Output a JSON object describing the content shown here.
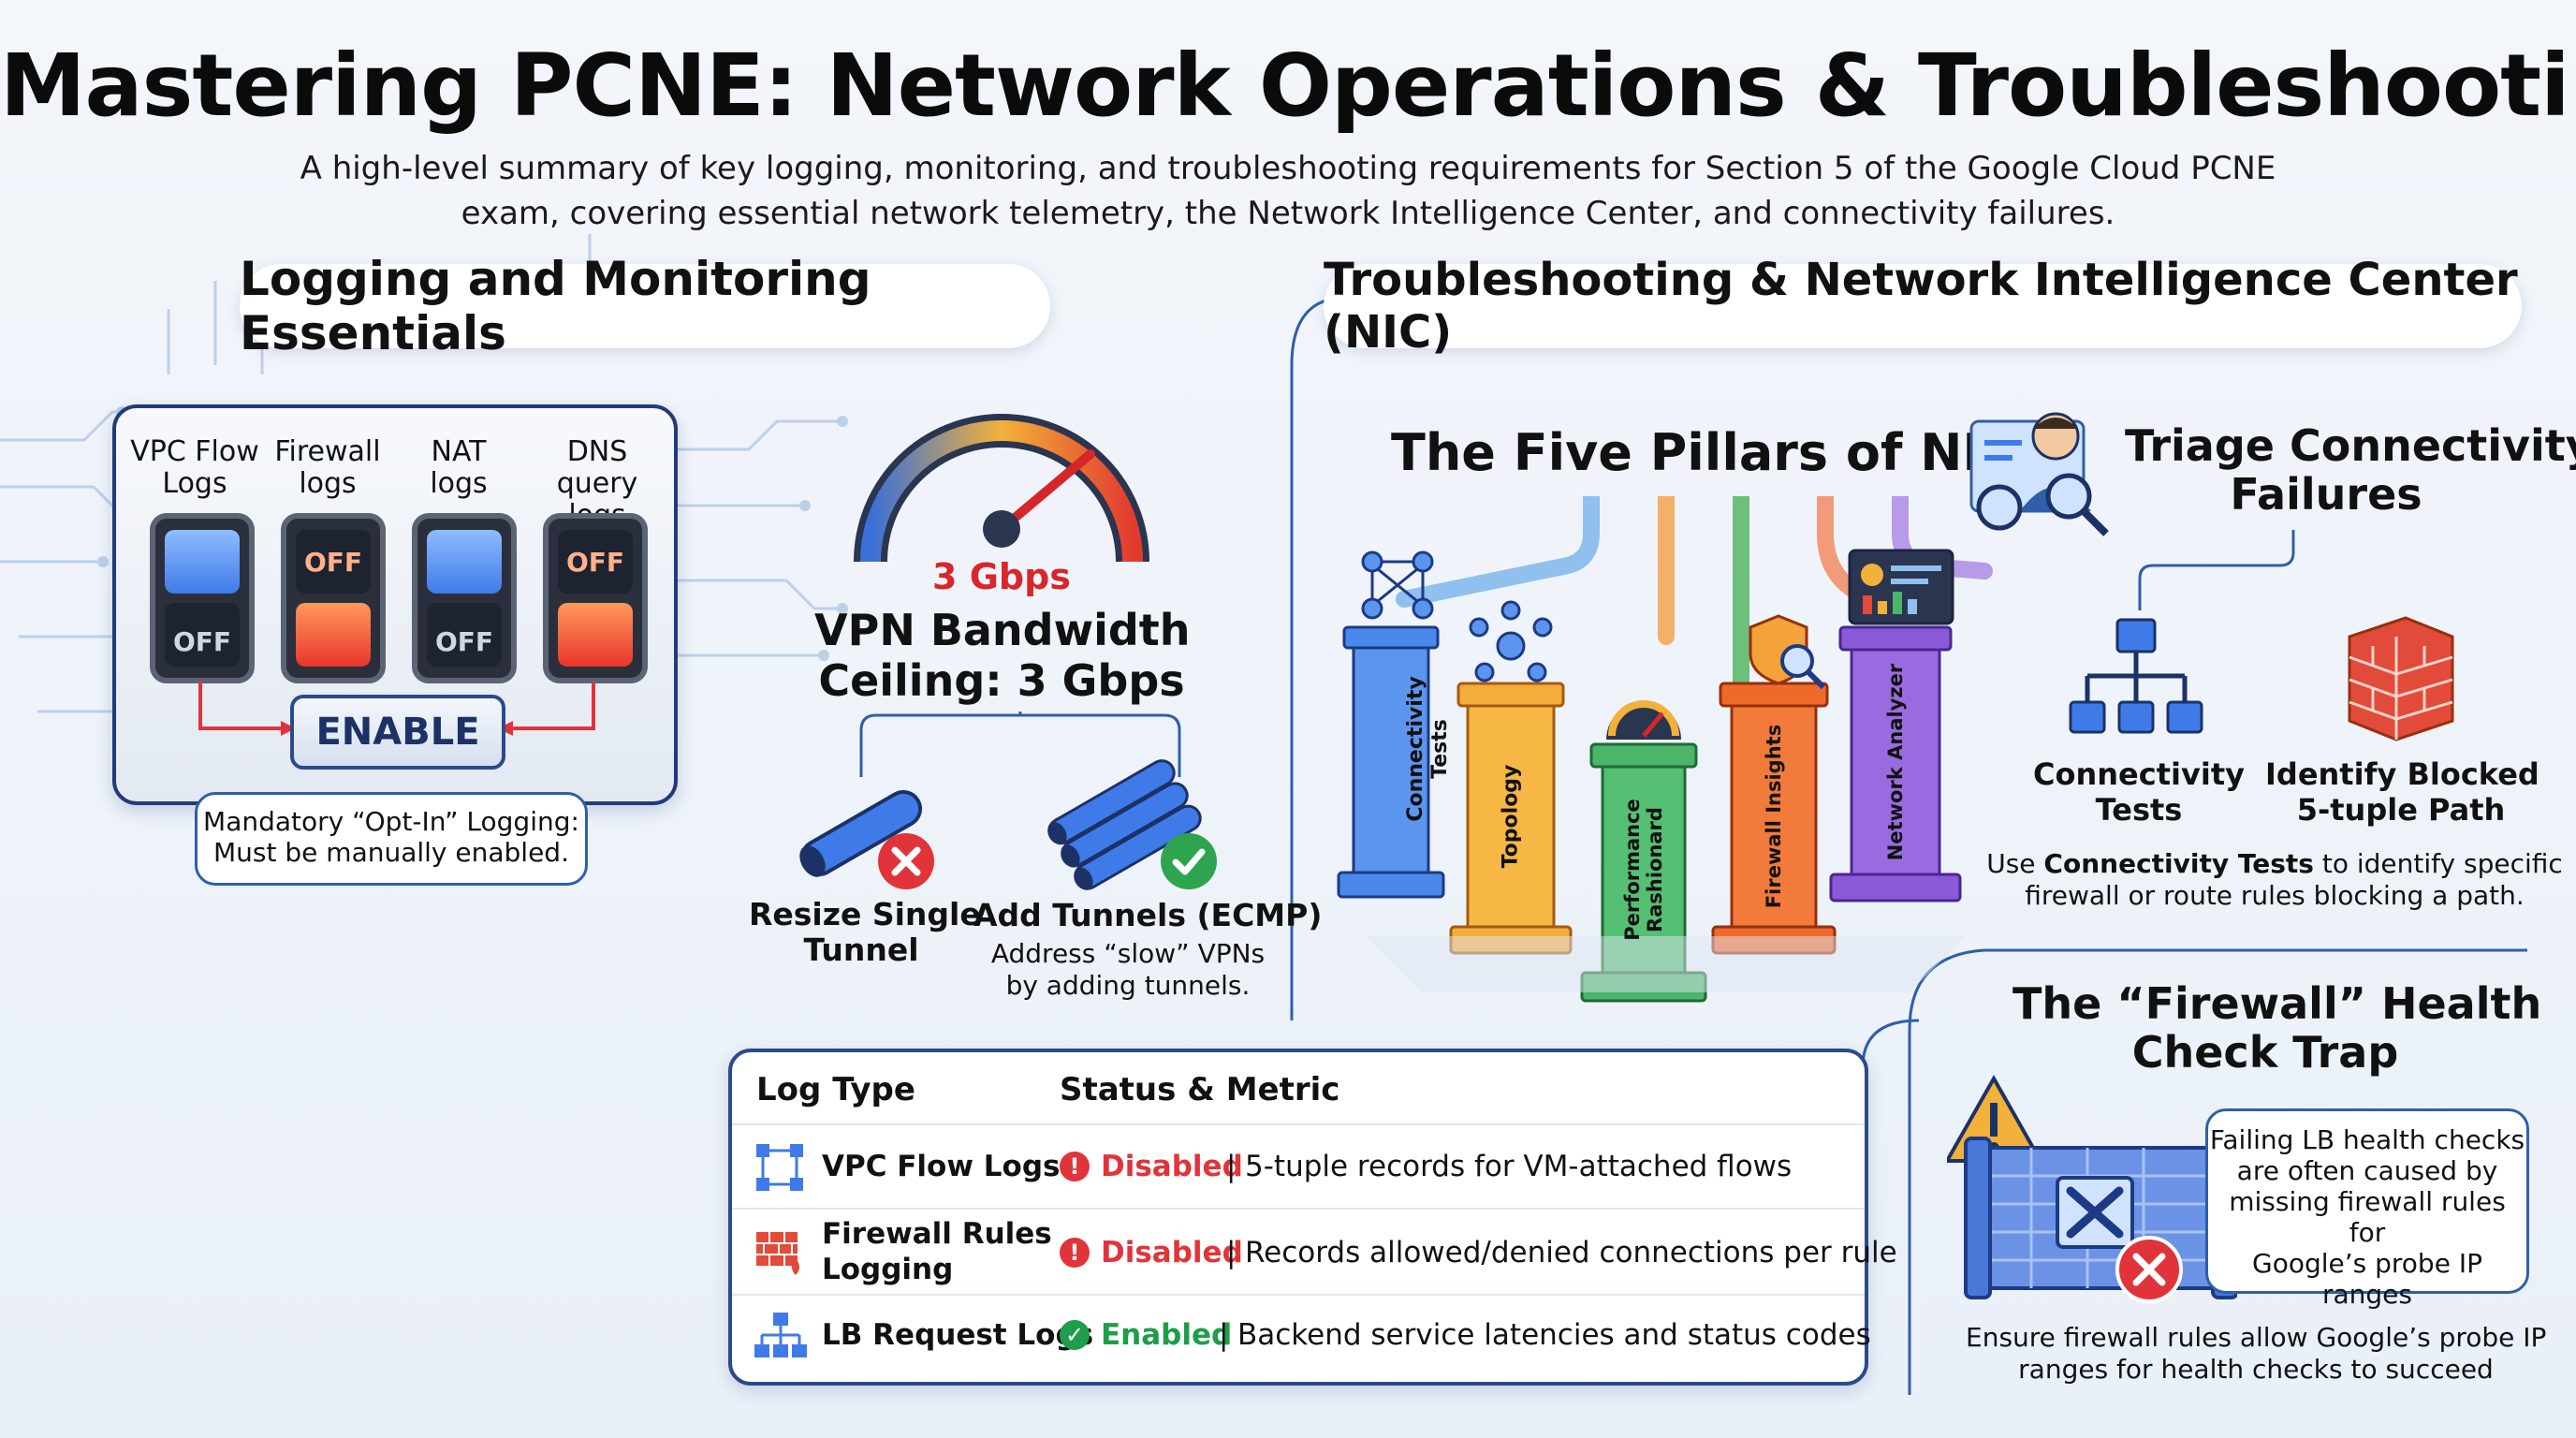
{
  "header": {
    "title": "Mastering PCNE: Network Operations & Troubleshooting",
    "subtitle": "A high-level summary of key logging, monitoring, and troubleshooting requirements for Section 5 of the Google Cloud PCNE exam, covering essential network telemetry, the Network Intelligence Center, and connectivity failures."
  },
  "logging": {
    "heading": "Logging and Monitoring Essentials",
    "switches": [
      {
        "label1": "VPC Flow",
        "label2": "Logs",
        "state": "OFF"
      },
      {
        "label1": "Firewall",
        "label2": "logs",
        "state": "OFF"
      },
      {
        "label1": "NAT",
        "label2": "logs",
        "state": "OFF"
      },
      {
        "label1": "DNS query",
        "label2": "logs",
        "state": "OFF"
      }
    ],
    "enable_label": "ENABLE",
    "note_line1": "Mandatory “Opt-In” Logging:",
    "note_line2": "Must be manually enabled."
  },
  "vpn": {
    "gauge_value": "3 Gbps",
    "ceiling_line1": "VPN Bandwidth",
    "ceiling_line2": "Ceiling: 3 Gbps",
    "option_bad_line1": "Resize Single",
    "option_bad_line2": "Tunnel",
    "option_good_title": "Add Tunnels (ECMP)",
    "option_good_line1": "Address “slow” VPNs",
    "option_good_line2": "by adding tunnels."
  },
  "log_table": {
    "headers": [
      "Log Type",
      "Status & Metric"
    ],
    "rows": [
      {
        "type_line1": "VPC Flow Logs",
        "type_line2": "",
        "status": "Disabled",
        "metric": "5-tuple records for VM-attached flows",
        "icon": "flow-icon"
      },
      {
        "type_line1": "Firewall Rules",
        "type_line2": "Logging",
        "status": "Disabled",
        "metric": "Records allowed/denied connections per rule",
        "icon": "firewall-icon"
      },
      {
        "type_line1": "LB Request Logs",
        "type_line2": "",
        "status": "Enabled",
        "metric": "Backend service latencies and status codes",
        "icon": "lb-icon"
      }
    ],
    "separator": "|",
    "colors": {
      "disabled": "#e0343a",
      "enabled": "#1e9e4a"
    }
  },
  "nic": {
    "heading": "Troubleshooting & Network Intelligence Center (NIC)",
    "pillars_title": "The Five Pillars of NIC",
    "pillars": [
      {
        "name": "Connectivity",
        "name2": "Tests",
        "color": "#3b7be0"
      },
      {
        "name": "Topology",
        "name2": "",
        "color": "#f0a62a"
      },
      {
        "name": "Performance",
        "name2": "Rashionard",
        "color": "#3aa55a"
      },
      {
        "name": "Firewall Insights",
        "name2": "",
        "color": "#ee6a2b"
      },
      {
        "name": "Network Analyzer",
        "name2": "",
        "color": "#8a5ad8"
      }
    ],
    "triage_line1": "Triage Connectivity",
    "triage_line2": "Failures",
    "triage_items": [
      {
        "line1": "Connectivity",
        "line2": "Tests"
      },
      {
        "line1": "Identify Blocked",
        "line2": "5-tuple Path"
      }
    ],
    "triage_note_prefix": "Use ",
    "triage_note_bold": "Connectivity Tests",
    "triage_note_rest": " to identify specific",
    "triage_note_line2": "firewall or route rules blocking a path.",
    "trap_line1": "The “Firewall” Health",
    "trap_line2": "Check Trap",
    "trap_callout": [
      "Failing LB health checks",
      "are often caused by",
      "missing firewall rules for",
      "Google’s probe IP",
      "ranges"
    ],
    "trap_note_line1": "Ensure firewall rules allow Google’s probe IP",
    "trap_note_line2": "ranges for health checks to succeed"
  }
}
